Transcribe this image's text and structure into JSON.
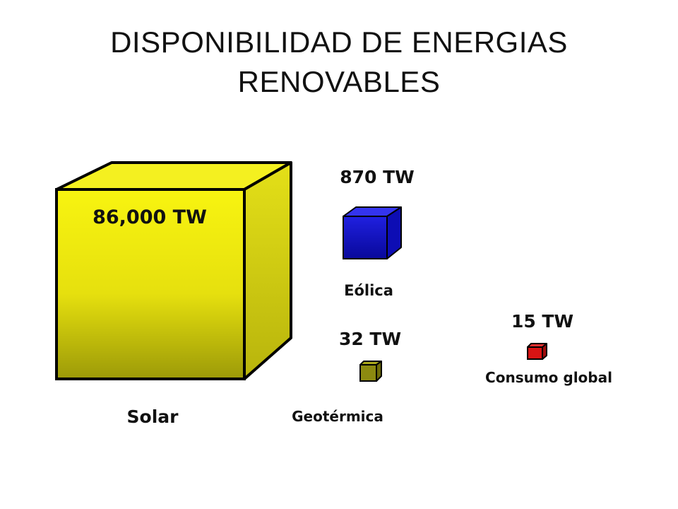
{
  "slide": {
    "title_line1": "DISPONIBILIDAD DE ENERGIAS",
    "title_line2": "RENOVABLES"
  },
  "sources": [
    {
      "id": "solar",
      "value_label": "86,000 TW",
      "name": "Solar",
      "color": "#f2ee10"
    },
    {
      "id": "eolica",
      "value_label": "870 TW",
      "name": "Eólica",
      "color": "#1010c8"
    },
    {
      "id": "geotermica",
      "value_label": "32 TW",
      "name": "Geotérmica",
      "color": "#8c8a10"
    },
    {
      "id": "consumo",
      "value_label": "15 TW",
      "name": "Consumo global",
      "color": "#d81414"
    }
  ]
}
